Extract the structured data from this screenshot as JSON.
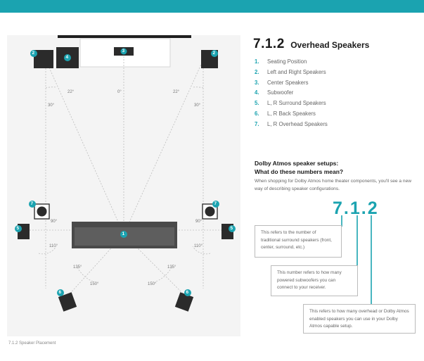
{
  "heading": {
    "number": "7.1.2",
    "title": "Overhead Speakers"
  },
  "legend": [
    {
      "num": "1.",
      "label": "Seating Position"
    },
    {
      "num": "2.",
      "label": "Left and Right Speakers"
    },
    {
      "num": "3.",
      "label": "Center Speakers"
    },
    {
      "num": "4.",
      "label": "Subwoofer"
    },
    {
      "num": "5.",
      "label": "L, R Surround Speakers"
    },
    {
      "num": "6.",
      "label": "L, R Back Speakers"
    },
    {
      "num": "7.",
      "label": "L, R Overhead Speakers"
    }
  ],
  "explainer": {
    "question_line1": "Dolby Atmos speaker setups:",
    "question_line2": "What do these numbers mean?",
    "intro": "When shopping for Dolby Atmos home theater components, you'll see a new way of describing speaker configurations.",
    "big_number": "7.1.2",
    "box1": "This refers to the number of traditional surround speakers (front, center, surround, etc.)",
    "box2": "This number refers to how many powered subwoofers you can connect to your receiver.",
    "box3": "This refers to how many overhead or Dolby Atmos enabled speakers you can use in your Dolby Atmos capable setup."
  },
  "diagram": {
    "badges": {
      "left_front": "2",
      "right_front": "2",
      "subwoofer": "4",
      "center": "3",
      "seat": "1",
      "left_surround": "5",
      "right_surround": "5",
      "left_back": "6",
      "right_back": "6",
      "left_overhead": "7",
      "right_overhead": "7"
    },
    "angles": {
      "front_left": "22°",
      "center": "0°",
      "front_right": "22°",
      "front_left_outer": "30°",
      "front_right_outer": "30°",
      "surround_left_top": "90°",
      "surround_right_top": "90°",
      "surround_left_bottom": "110°",
      "surround_right_bottom": "110°",
      "back_left_outer": "135°",
      "back_right_outer": "135°",
      "back_left_inner": "150°",
      "back_right_inner": "150°"
    },
    "caption": "7.1.2 Speaker Placement"
  },
  "colors": {
    "accent": "#1ba3b0",
    "speaker": "#2b2b2b",
    "sofa": "#4a4a4a",
    "room": "#f4f4f4"
  }
}
